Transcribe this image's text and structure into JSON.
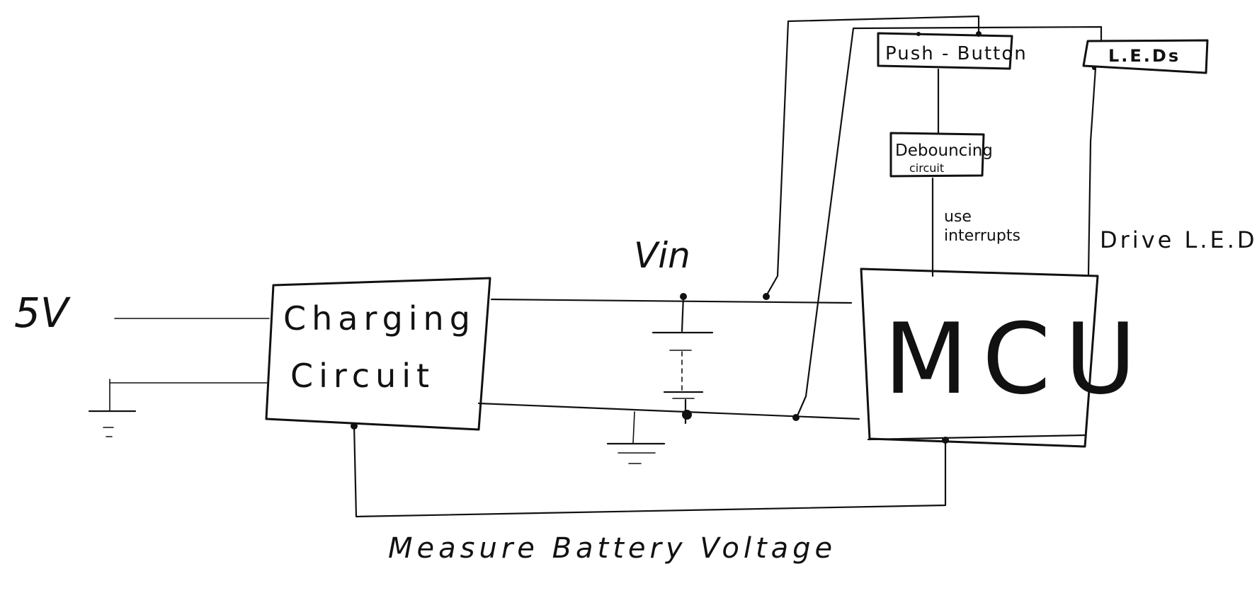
{
  "diagram": {
    "input_voltage_label": "5V",
    "vin_label": "Vin",
    "blocks": {
      "charging": {
        "line1": "Charging",
        "line2": "Circuit"
      },
      "mcu": {
        "label": "MCU"
      },
      "push_button": {
        "label": "Push - Button"
      },
      "debouncing": {
        "line1": "Debouncing",
        "line2": "circuit"
      },
      "leds": {
        "label": "L.E.Ds"
      }
    },
    "annotations": {
      "use_interrupts_1": "use",
      "use_interrupts_2": "interrupts",
      "drive_leds": "Drive L.E.Ds",
      "measure_battery": "Measure Battery Voltage"
    }
  }
}
